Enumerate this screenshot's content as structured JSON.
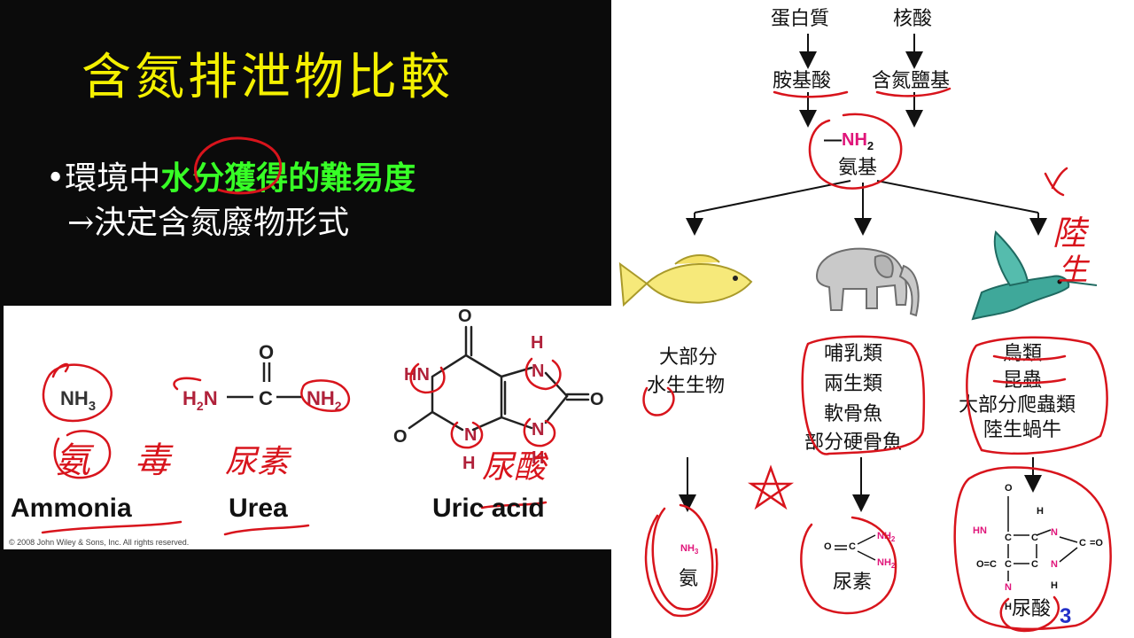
{
  "slide": {
    "title": "含氮排泄物比較",
    "bullet_prefix": "•環境中",
    "bullet_highlight": "水分",
    "bullet_suffix": "獲得的難易度",
    "bullet_line2": "→決定含氮廢物形式",
    "page_number": "3"
  },
  "left_panel": {
    "ammonia_formula": [
      "NH",
      "3"
    ],
    "urea_formula": {
      "h2n": "H2N",
      "c": "C",
      "o": "O",
      "nh2": "NH2"
    },
    "uric_acid_atoms": {
      "hn": "HN",
      "n": "N",
      "h": "H",
      "o": "O"
    },
    "captions": [
      "Ammonia",
      "Urea",
      "Uric acid"
    ],
    "copyright": "© 2008 John Wiley & Sons, Inc. All rights reserved.",
    "handwritten": [
      "氨",
      "毒",
      "尿素",
      "尿酸"
    ]
  },
  "right_panel": {
    "sources": [
      "蛋白質",
      "核酸"
    ],
    "precursors": [
      "胺基酸",
      "含氮鹽基"
    ],
    "amino_group_formula": "—NH2",
    "amino_group_label": "氨基",
    "handwritten_side": [
      "陸",
      "生"
    ],
    "groups": [
      {
        "animal": "fish",
        "lines": [
          "大部分",
          "水生生物"
        ],
        "product_formula": "NH3",
        "product_label": "氨"
      },
      {
        "animal": "elephant",
        "lines": [
          "哺乳類",
          "兩生類",
          "軟骨魚",
          "部分硬骨魚"
        ],
        "product_formula": "O=C(NH2)2",
        "product_label": "尿素"
      },
      {
        "animal": "bird",
        "lines": [
          "鳥類",
          "昆蟲",
          "大部分爬蟲類",
          "陸生蝸牛"
        ],
        "product_formula": "uric acid",
        "product_label": "尿酸"
      }
    ]
  },
  "colors": {
    "title": "#f4f000",
    "highlight": "#37ff26",
    "annotation": "#d8141c",
    "pink": "#e0157a",
    "page_number": "#2330c8"
  }
}
